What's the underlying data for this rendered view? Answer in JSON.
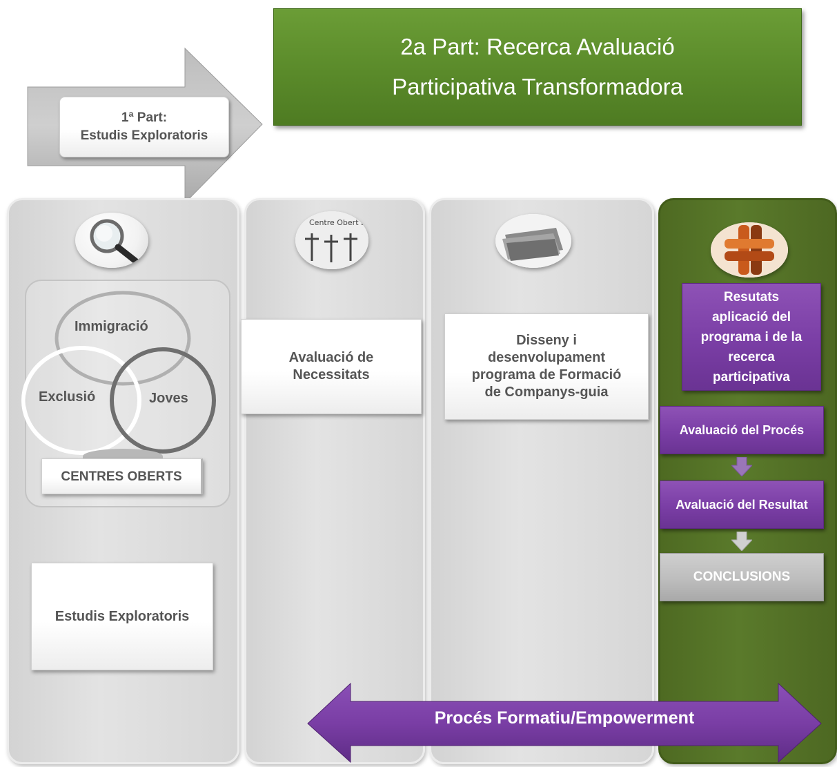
{
  "header_box": {
    "line1": "2a Part: Recerca Avaluació",
    "line2": "Participativa Transformadora"
  },
  "first_part": {
    "line1": "1ª Part:",
    "line2": "Estudis Exploratoris"
  },
  "column1": {
    "venn": {
      "circle1": "Immigració",
      "circle2": "Exclusió",
      "circle3": "Joves",
      "base": "CENTRES OBERTS"
    },
    "box": "Estudis Exploratoris"
  },
  "column2": {
    "box_line1": "Avaluació de",
    "box_line2": "Necessitats",
    "image_text": "Centre Obert Don Ope"
  },
  "column3": {
    "box_line1": "Disseny  i",
    "box_line2": "desenvolupament",
    "box_line3": "programa de Formació",
    "box_line4": "de Companys-guia"
  },
  "column4": {
    "results_lines": [
      "Resutats",
      "aplicació del",
      "programa i de la",
      "recerca",
      "participativa"
    ],
    "process": "Avaluació del Procés",
    "result": "Avaluació del Resultat",
    "conclusions": "CONCLUSIONS"
  },
  "arrow_bottom": "Procés Formatiu/Empowerment",
  "colors": {
    "green_header": "#5a8a2a",
    "green_column": "#55712a",
    "purple": "#7a3ea5",
    "grey_column": "#d9d9d9"
  },
  "icons": [
    "magnifier-icon",
    "children-drawing-icon",
    "newspaper-stack-icon",
    "joined-hands-icon"
  ]
}
